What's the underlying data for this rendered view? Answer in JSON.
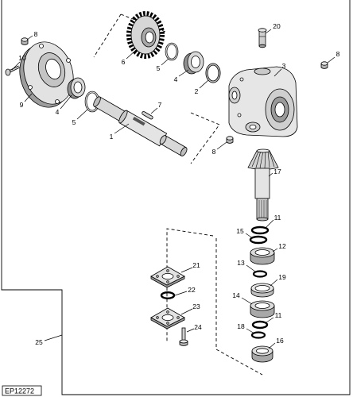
{
  "drawing_id": "EP12272",
  "callouts": [
    {
      "number": "8"
    },
    {
      "number": "10"
    },
    {
      "number": "9"
    },
    {
      "number": "4"
    },
    {
      "number": "5"
    },
    {
      "number": "6"
    },
    {
      "number": "5"
    },
    {
      "number": "4"
    },
    {
      "number": "2"
    },
    {
      "number": "7"
    },
    {
      "number": "1"
    },
    {
      "number": "20"
    },
    {
      "number": "3"
    },
    {
      "number": "8"
    },
    {
      "number": "8"
    },
    {
      "number": "17"
    },
    {
      "number": "11"
    },
    {
      "number": "15"
    },
    {
      "number": "12"
    },
    {
      "number": "13"
    },
    {
      "number": "19"
    },
    {
      "number": "14"
    },
    {
      "number": "11"
    },
    {
      "number": "18"
    },
    {
      "number": "16"
    },
    {
      "number": "21"
    },
    {
      "number": "22"
    },
    {
      "number": "23"
    },
    {
      "number": "24"
    },
    {
      "number": "25"
    }
  ]
}
